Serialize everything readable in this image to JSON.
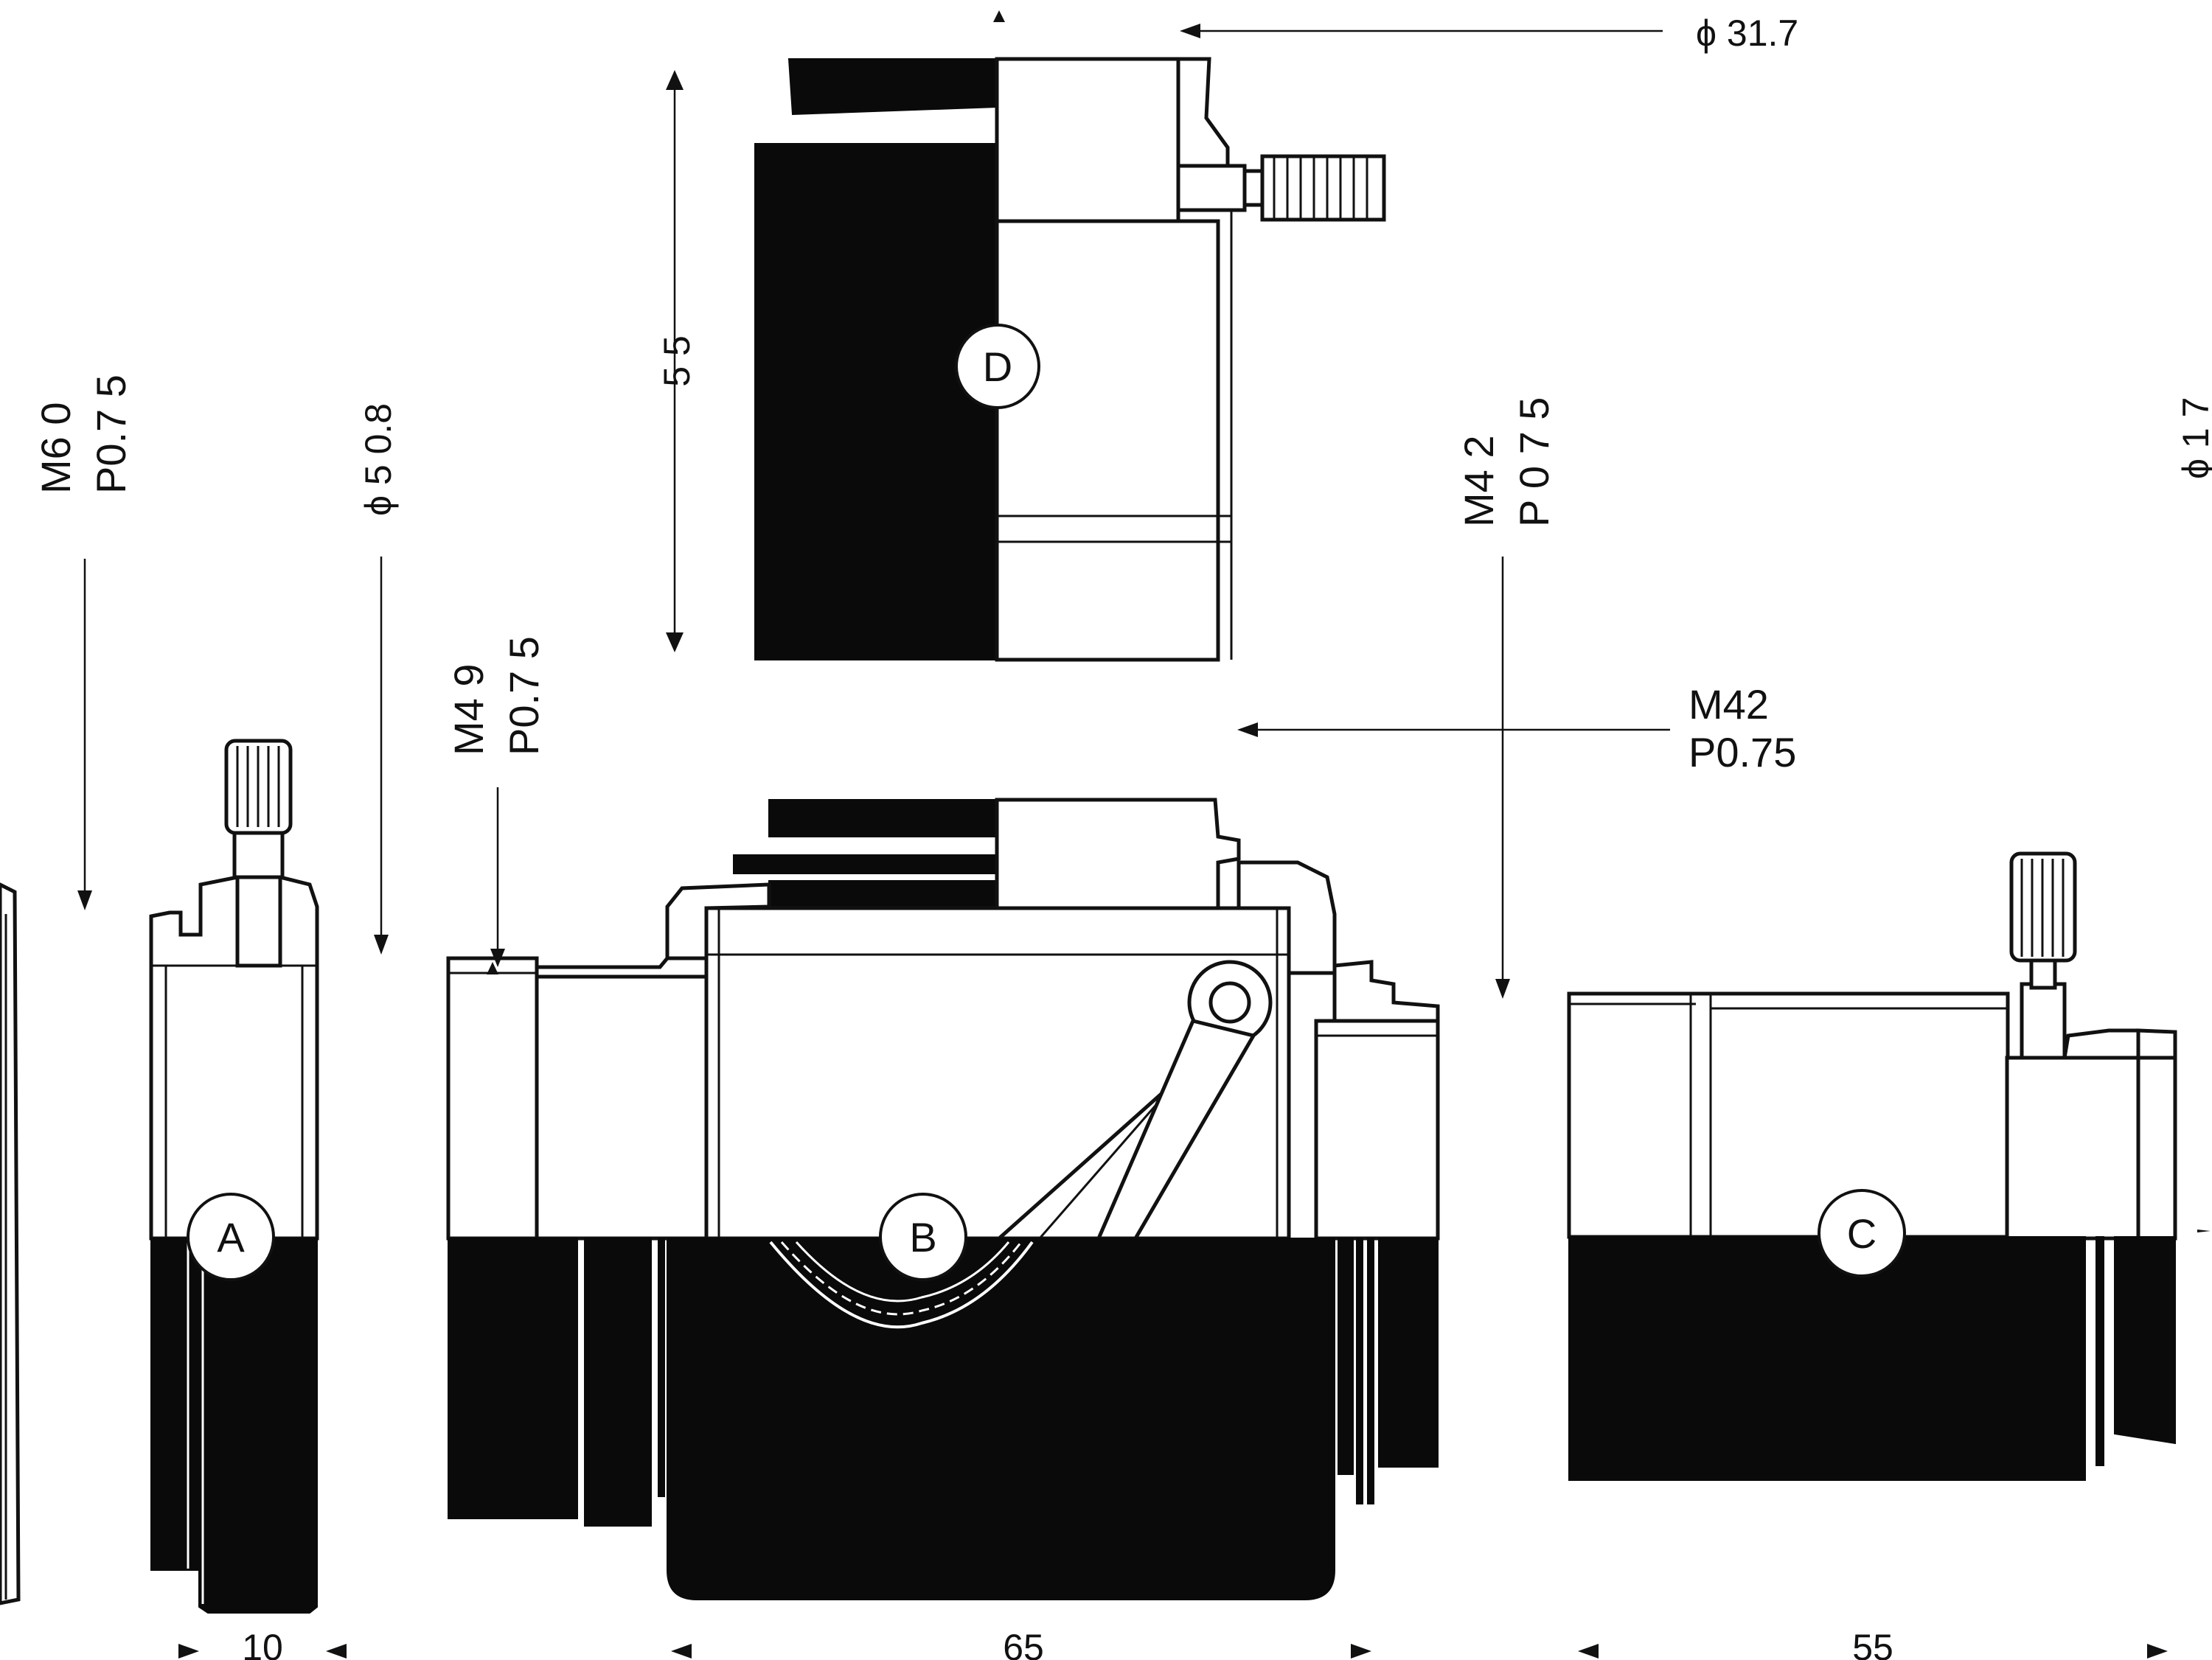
{
  "parts": {
    "a": "A",
    "b": "B",
    "c": "C",
    "d": "D"
  },
  "dimensions": {
    "d_top": "ϕ 31.7",
    "d_height": "5 5",
    "phi_50_8": "ϕ 5 0.8",
    "phi_right_edge": "ϕ 1 7",
    "width_a": "10",
    "width_b": "65",
    "width_c": "55"
  },
  "threads": {
    "m60_line1": "M6 0",
    "m60_line2": "P0.7 5",
    "m49_line1": "M4 9",
    "m49_line2": "P0.7 5",
    "m42v_line1": "M4 2",
    "m42v_line2": "P 0 7 5",
    "m42h_line1": "M42",
    "m42h_line2": "P0.75"
  }
}
